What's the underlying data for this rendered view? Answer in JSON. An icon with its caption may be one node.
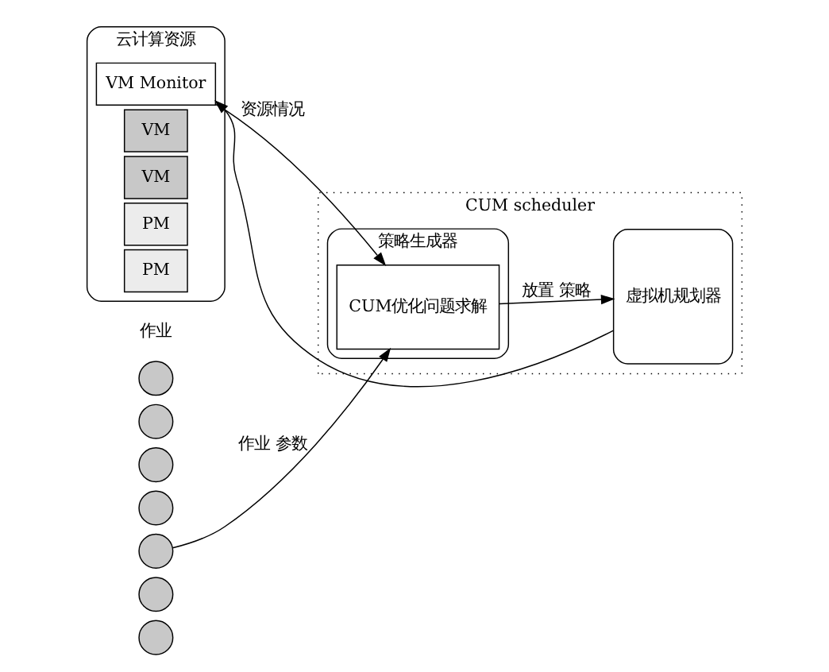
{
  "diagram": {
    "nodes": [
      {
        "text": [],
        "shape": "circle"
      },
      {
        "text": [],
        "shape": "circle"
      },
      {
        "text": [],
        "shape": "circle"
      },
      {
        "text": [],
        "shape": "circle"
      },
      {
        "text": [],
        "shape": "circle"
      },
      {
        "text": [],
        "shape": "circle"
      },
      {
        "text": [],
        "shape": "circle"
      },
      {
        "text": [
          "CUM scheduler"
        ]
      },
      {
        "text": [
          "策略生成器"
        ],
        "in": 7
      },
      {
        "text": [
          "CUM优化问题求解"
        ],
        "in": 8
      },
      {
        "text": [
          "虚拟机规划器"
        ],
        "in": 7
      },
      {
        "text": [
          "云计算资源"
        ]
      },
      {
        "text": [
          "VM Monitor"
        ],
        "in": 11
      },
      {
        "text": [
          "VM"
        ],
        "in": 11
      },
      {
        "text": [
          "VM"
        ],
        "in": 11
      },
      {
        "text": [
          "PM"
        ],
        "in": 11
      },
      {
        "text": [
          "PM"
        ],
        "in": 11
      }
    ],
    "edges": [
      {
        "from": 4,
        "to": 9,
        "arrow": "to",
        "label": "作业 参数"
      },
      {
        "from": 9,
        "to": 10,
        "arrow": "to",
        "label": "放置 策略"
      },
      {
        "from": 10,
        "to": 12,
        "arrow": "to"
      },
      {
        "from": 12,
        "to": 9,
        "arrow": "to",
        "label": "资源情况"
      }
    ],
    "labels": [
      "作业"
    ]
  }
}
